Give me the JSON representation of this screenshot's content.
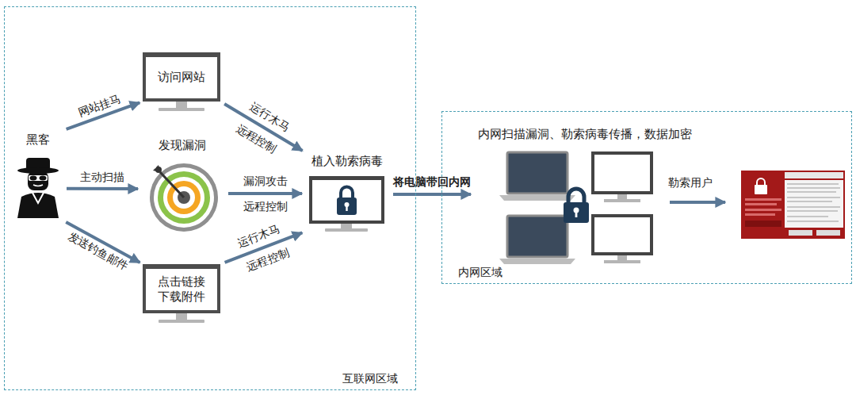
{
  "diagram": {
    "nodes": [
      {
        "text": [
          "互联网区域"
        ]
      },
      {
        "text": [
          "黑客"
        ],
        "in": 0
      },
      {
        "text": [
          "访问网站"
        ],
        "in": 0
      },
      {
        "text": [
          "发现漏洞"
        ],
        "in": 0
      },
      {
        "text": [
          "点击链接 下载附件"
        ],
        "in": 0
      },
      {
        "text": [
          "植入勒索病毒"
        ],
        "in": 0
      },
      {
        "text": [
          "内网区域"
        ]
      },
      {
        "text": [
          "内网扫描漏洞、勒索病毒传播，数据加密"
        ],
        "in": 6
      }
    ],
    "edges": [
      {
        "from": 1,
        "to": 2,
        "label": "网站挂马",
        "arrow": "to"
      },
      {
        "from": 1,
        "to": 3,
        "label": "主动扫描",
        "arrow": "to"
      },
      {
        "from": 1,
        "to": 4,
        "label": "发送钓鱼邮件",
        "arrow": "to"
      },
      {
        "from": 2,
        "to": 5,
        "label": "运行木马 远程控制",
        "arrow": "to"
      },
      {
        "from": 3,
        "to": 5,
        "label": "漏洞攻击 远程控制",
        "arrow": "to"
      },
      {
        "from": 4,
        "to": 5,
        "label": "运行木马 远程控制",
        "arrow": "to"
      },
      {
        "from": 5,
        "to": 7,
        "label": "将电脑带回内网",
        "arrow": "to"
      }
    ],
    "labels": [
      "勒索用户"
    ]
  }
}
